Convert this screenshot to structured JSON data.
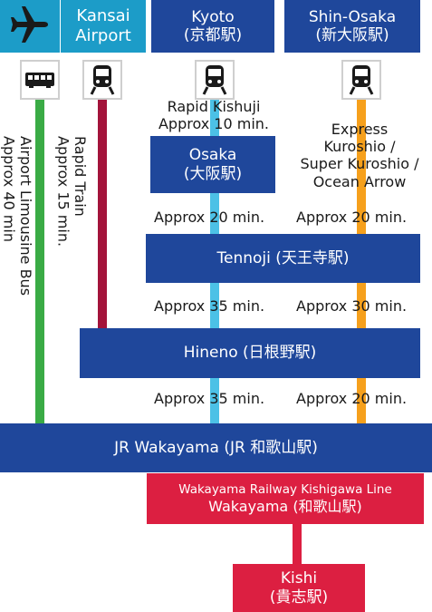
{
  "stations": {
    "kansai_airport": {
      "line1": "Kansai",
      "line2": "Airport"
    },
    "kyoto": {
      "line1": "Kyoto",
      "line2": "(京都駅)"
    },
    "shin_osaka": {
      "line1": "Shin-Osaka",
      "line2": "(新大阪駅)"
    },
    "osaka": {
      "line1": "Osaka",
      "line2": "(大阪駅)"
    },
    "tennoji": "Tennoji (天王寺駅)",
    "hineno": "Hineno (日根野駅)",
    "jr_wakayama": "JR Wakayama (JR 和歌山駅)",
    "wakayama": {
      "line1": "Wakayama Railway Kishigawa Line",
      "line2": "Wakayama (和歌山駅)"
    },
    "kishi": {
      "line1": "Kishi",
      "line2": "(貴志駅)"
    }
  },
  "routes": {
    "bus": {
      "line1": "Airport Limousine Bus",
      "line2": "Approx 40 min"
    },
    "rapid_train": {
      "line1": "Rapid Train",
      "line2": "Approx 15 min."
    },
    "kyoto_rapid": {
      "line1": "Rapid Kishuji",
      "line2": "Approx 10 min."
    },
    "shin_osaka_express": {
      "line1": "Express",
      "line2": "Kuroshio /",
      "line3": "Super Kuroshio /",
      "line4": "Ocean Arrow"
    }
  },
  "times": {
    "osaka_tennoji": "Approx 20 min.",
    "shinosaka_tennoji": "Approx 20 min.",
    "tennoji_hineno_left": "Approx 35 min.",
    "tennoji_hineno_right": "Approx 30 min.",
    "hineno_wakayama_left": "Approx 35 min.",
    "hineno_wakayama_right": "Approx 20 min."
  },
  "icons": [
    "airplane-icon",
    "bus-icon",
    "train-icon"
  ],
  "colors": {
    "navy": "#1f479b",
    "teal": "#1c9cc8",
    "green": "#3aab45",
    "maroon": "#a3133a",
    "light_blue": "#4cc1e6",
    "orange": "#f6a01c",
    "red": "#dc1f41"
  }
}
